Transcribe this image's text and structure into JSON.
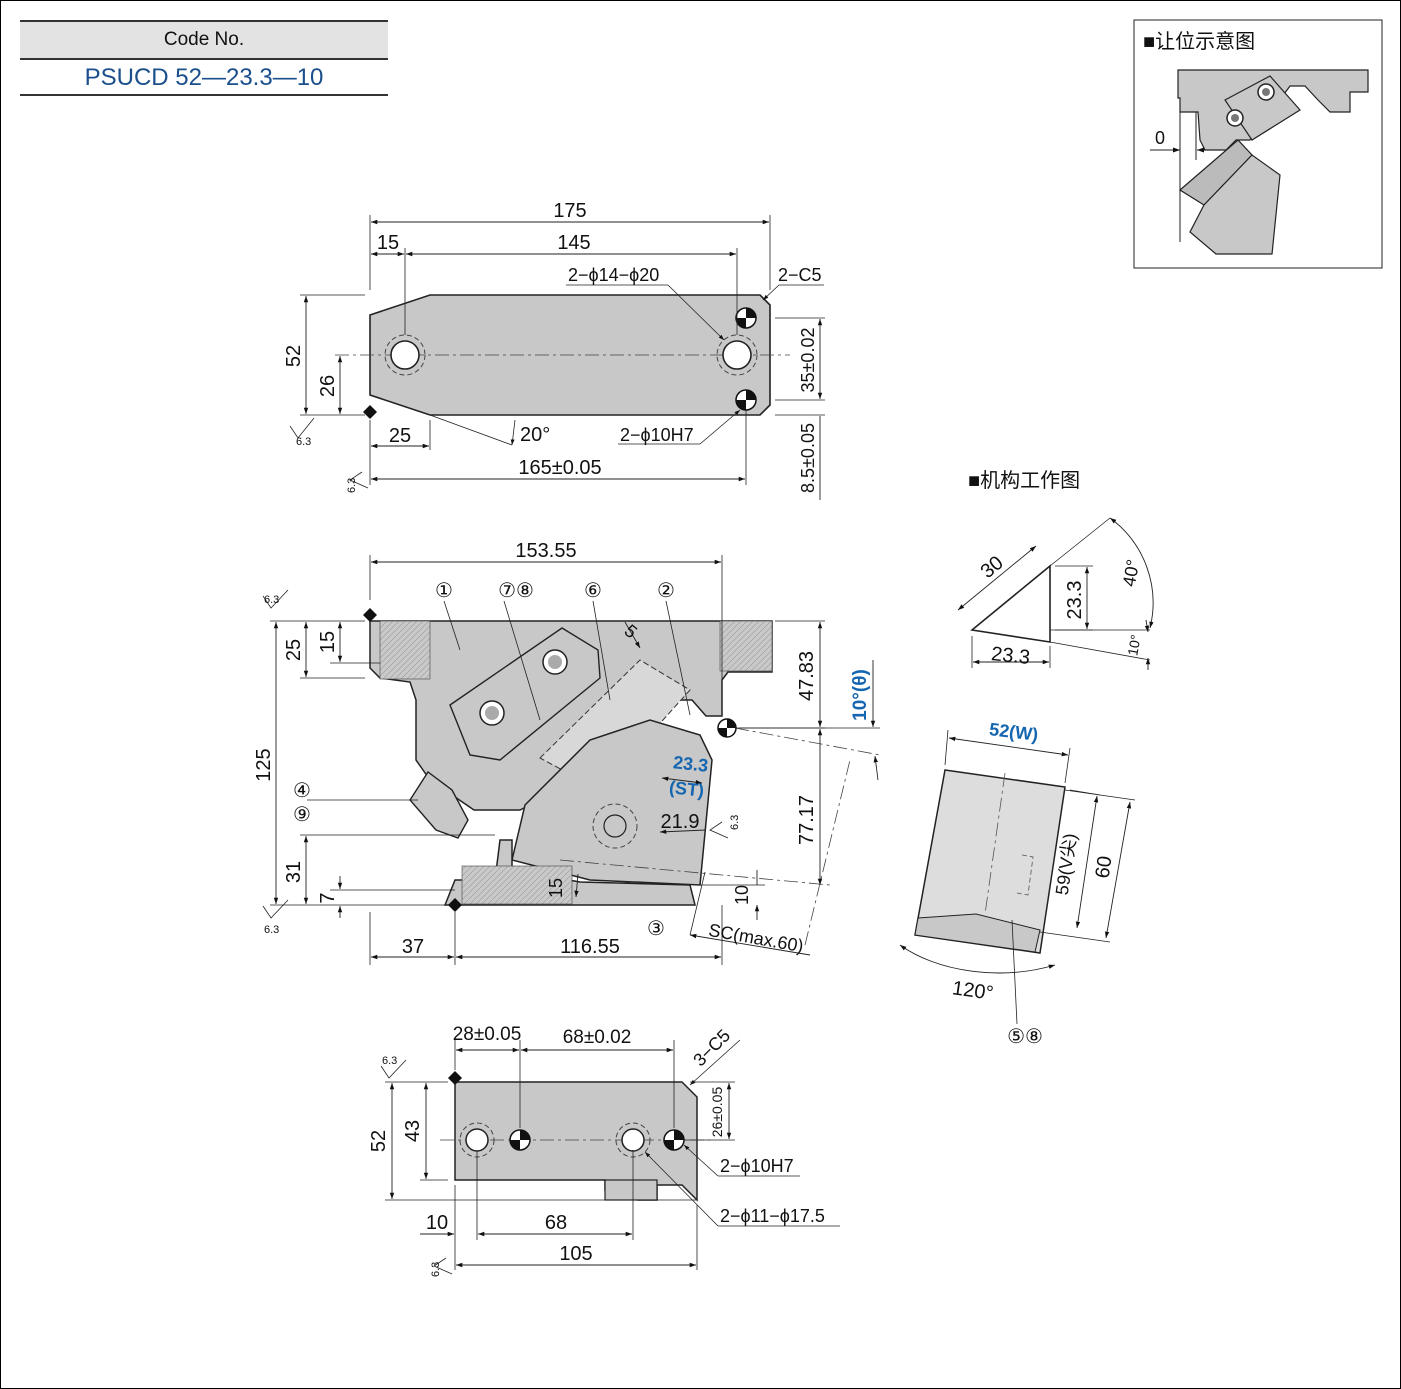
{
  "code_label": "Code No.",
  "code_value": "PSUCD 52—23.3—10",
  "inset1_title": "■让位示意图",
  "inset1_dim": "0",
  "inset2_title": "■机构工作图",
  "roughness": "6.3",
  "top_view": {
    "d175": "175",
    "d15": "15",
    "d145": "145",
    "holes_a": "2−ϕ14−ϕ20",
    "chamfer": "2−C5",
    "d52": "52",
    "d26": "26",
    "d35": "35±0.02",
    "d25": "25",
    "angle20": "20°",
    "pins": "2−ϕ10H7",
    "d165": "165±0.05",
    "d85": "8.5±0.05"
  },
  "front_view": {
    "d15355": "153.55",
    "d25": "25",
    "d15": "15",
    "d125": "125",
    "d31": "31",
    "d7": "7",
    "d37": "37",
    "d11655": "116.55",
    "d4783": "47.83",
    "d7717": "77.17",
    "angle": "10°(θ)",
    "st_value": "23.3",
    "st_label": "(ST)",
    "d219": "21.9",
    "d15b": "15",
    "d10": "10",
    "sc": "SC(max.60)",
    "part1": "①",
    "part78": "⑦⑧",
    "part6": "⑥",
    "part2": "②",
    "part4": "④",
    "part9": "⑨",
    "part3": "③",
    "d5": "5"
  },
  "mechanism": {
    "d30": "30",
    "d233a": "23.3",
    "d233b": "23.3",
    "a40": "40°",
    "a10": "10°",
    "w_label": "52(W)",
    "d59": "59(V尖)",
    "d60": "60",
    "a120": "120°",
    "parts58": "⑤⑧"
  },
  "bottom_view": {
    "d28": "28±0.05",
    "d68a": "68±0.02",
    "chamfer": "3−C5",
    "d52": "52",
    "d43": "43",
    "d26": "26±0.05",
    "pins": "2−ϕ10H7",
    "d10": "10",
    "d68b": "68",
    "holes": "2−ϕ11−ϕ17.5",
    "d105": "105"
  }
}
